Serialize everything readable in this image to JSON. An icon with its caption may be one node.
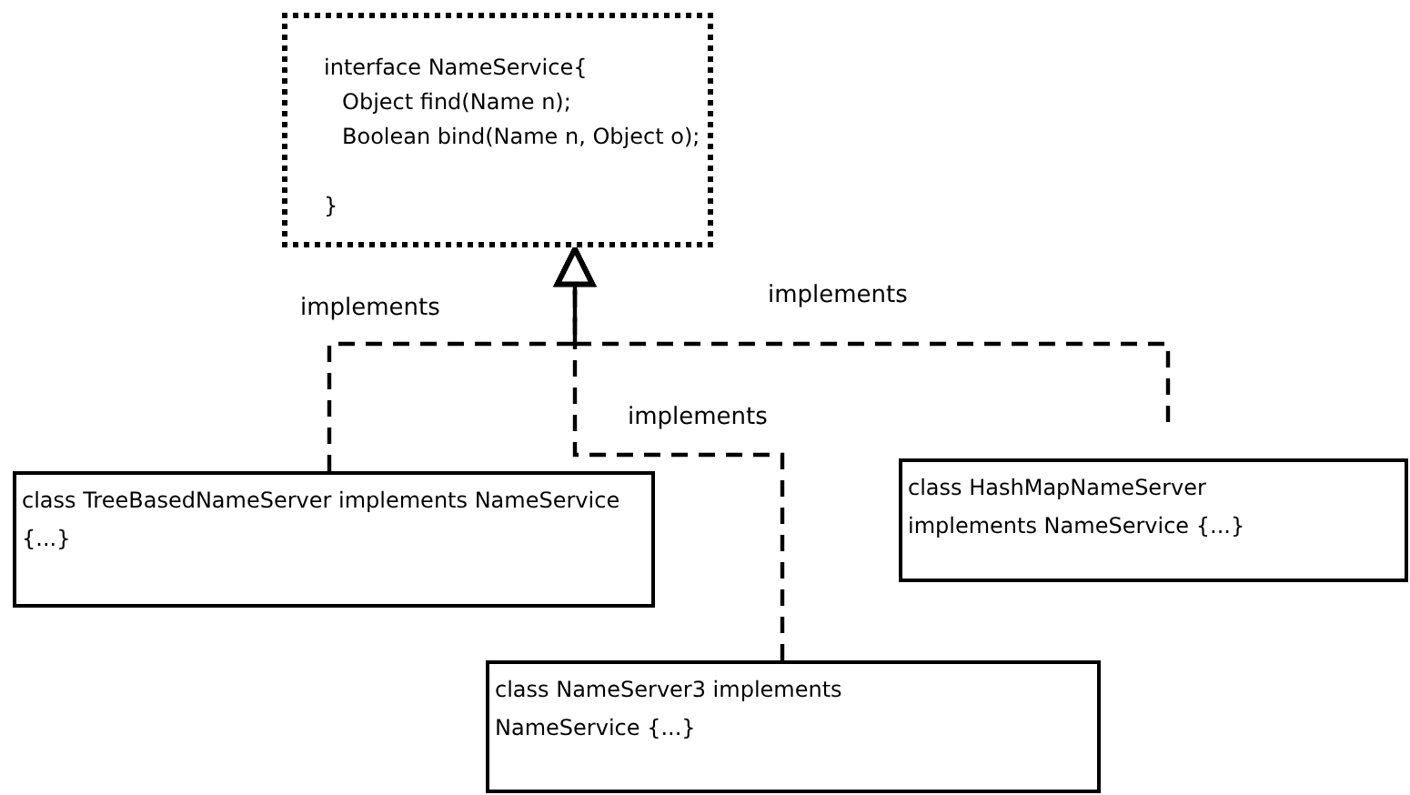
{
  "diagram": {
    "nodes": [
      {
        "text": [
          "interface NameService{",
          "Object find(Name n);",
          "Boolean bind(Name n, Object o);",
          "}"
        ]
      },
      {
        "text": [
          "class TreeBasedNameServer implements NameService {...}"
        ]
      },
      {
        "text": [
          "class HashMapNameServer implements NameService {...}"
        ]
      },
      {
        "text": [
          "class NameServer3 implements NameService {...}"
        ]
      }
    ],
    "edges": [
      {
        "from": 1,
        "to": 0,
        "arrow": "to",
        "label": "implements",
        "style": "dashed"
      },
      {
        "from": 2,
        "to": 0,
        "arrow": "to",
        "label": "implements",
        "style": "dashed"
      },
      {
        "from": 3,
        "to": 0,
        "arrow": "to",
        "label": "implements",
        "style": "dashed"
      }
    ]
  }
}
